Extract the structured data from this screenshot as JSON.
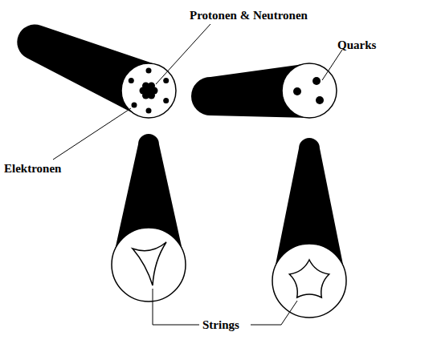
{
  "diagram": {
    "labels": [
      "Protonen & Neutronen",
      "Quarks",
      "Elektronen",
      "Strings"
    ]
  }
}
